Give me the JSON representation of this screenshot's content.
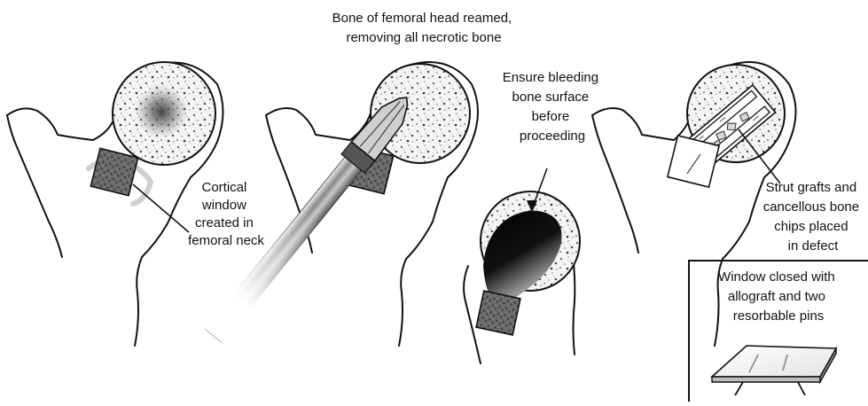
{
  "labels": {
    "cortical_window": [
      "Cortical",
      "window",
      "created in",
      "femoral neck"
    ],
    "reamed": [
      "Bone of femoral head reamed,",
      "removing all necrotic bone"
    ],
    "bleeding": [
      "Ensure bleeding",
      "bone surface",
      "before",
      "proceeding"
    ],
    "strut": [
      "Strut grafts and",
      "cancellous bone",
      "chips placed",
      "in defect"
    ],
    "window_closed": [
      "Window closed with",
      "allograft and two",
      "resorbable pins"
    ]
  }
}
